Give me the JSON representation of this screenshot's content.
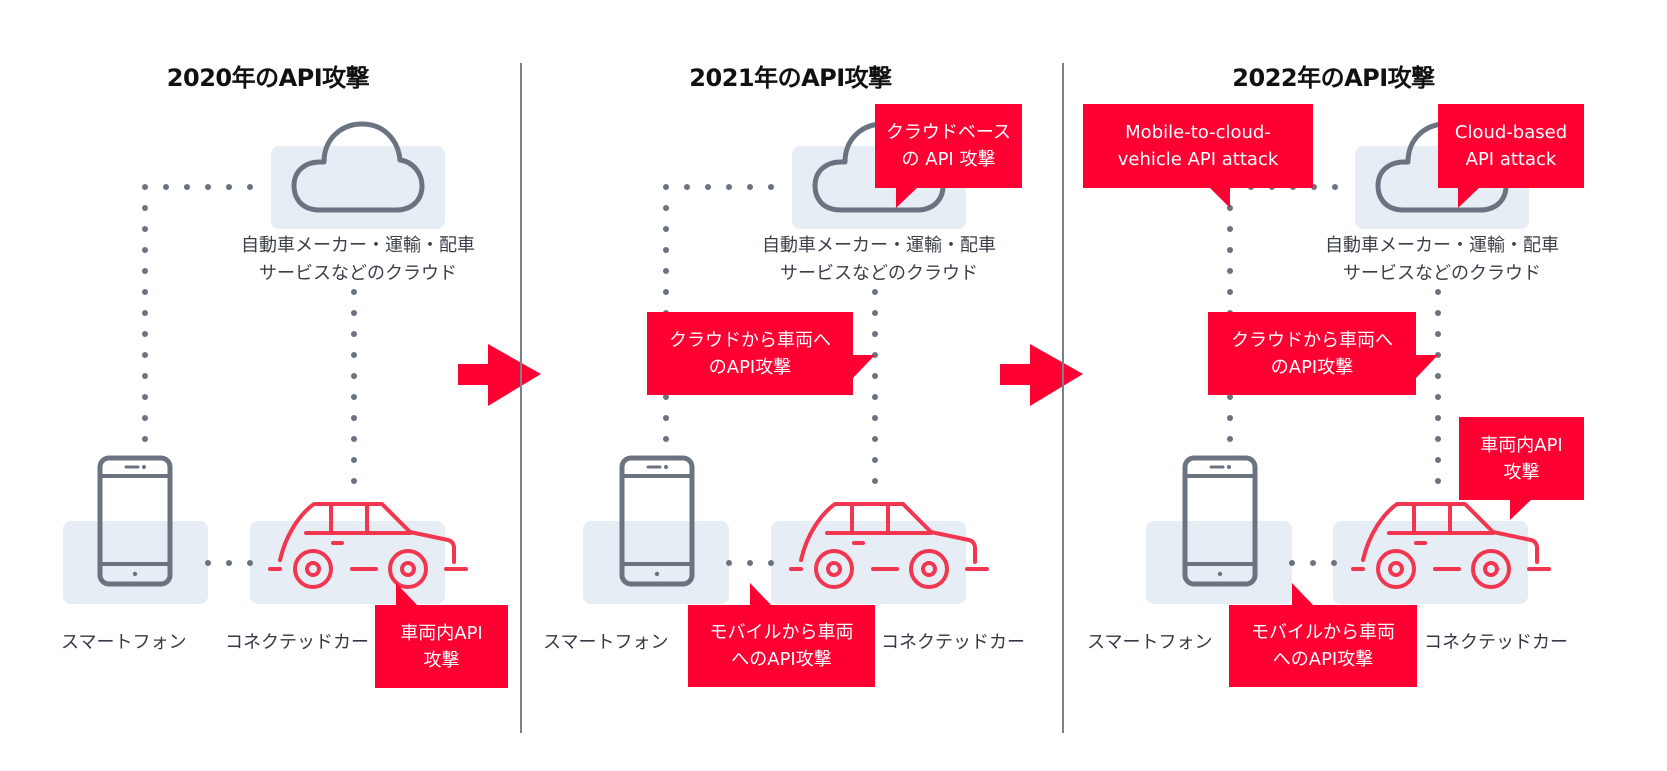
{
  "colors": {
    "accent_red": "#ff0033",
    "car_stroke": "#f2364f",
    "icon_gray": "#6b7380",
    "node_bg": "#e7edf5",
    "divider": "#7a808a"
  },
  "panels": [
    {
      "title": "2020年のAPI攻撃",
      "cloud_label_line1": "自動車メーカー・運輸・配車",
      "cloud_label_line2": "サービスなどのクラウド",
      "phone_label": "スマートフォン",
      "car_label": "コネクテッドカー",
      "callouts": {
        "in_vehicle": "車両内API\n攻撃"
      }
    },
    {
      "title": "2021年のAPI攻撃",
      "cloud_label_line1": "自動車メーカー・運輸・配車",
      "cloud_label_line2": "サービスなどのクラウド",
      "phone_label": "スマートフォン",
      "car_label": "コネクテッドカー",
      "callouts": {
        "cloud_based": "クラウドベース\nの API 攻撃",
        "cloud_to_vehicle": "クラウドから車両へ\nのAPI攻撃",
        "mobile_to_vehicle": "モバイルから車両\nへのAPI攻撃"
      }
    },
    {
      "title": "2022年のAPI攻撃",
      "cloud_label_line1": "自動車メーカー・運輸・配車",
      "cloud_label_line2": "サービスなどのクラウド",
      "phone_label": "スマートフォン",
      "car_label": "コネクテッドカー",
      "callouts": {
        "mobile_to_cloud_vehicle": "Mobile-to-cloud-\nvehicle API attack",
        "cloud_based": "Cloud-based\nAPI attack",
        "cloud_to_vehicle": "クラウドから車両へ\nのAPI攻撃",
        "in_vehicle": "車両内API\n攻撃",
        "mobile_to_vehicle": "モバイルから車両\nへのAPI攻撃"
      }
    }
  ],
  "icons": {
    "cloud": "cloud-icon",
    "phone": "smartphone-icon",
    "car": "car-icon",
    "arrow": "arrow-right-icon"
  }
}
